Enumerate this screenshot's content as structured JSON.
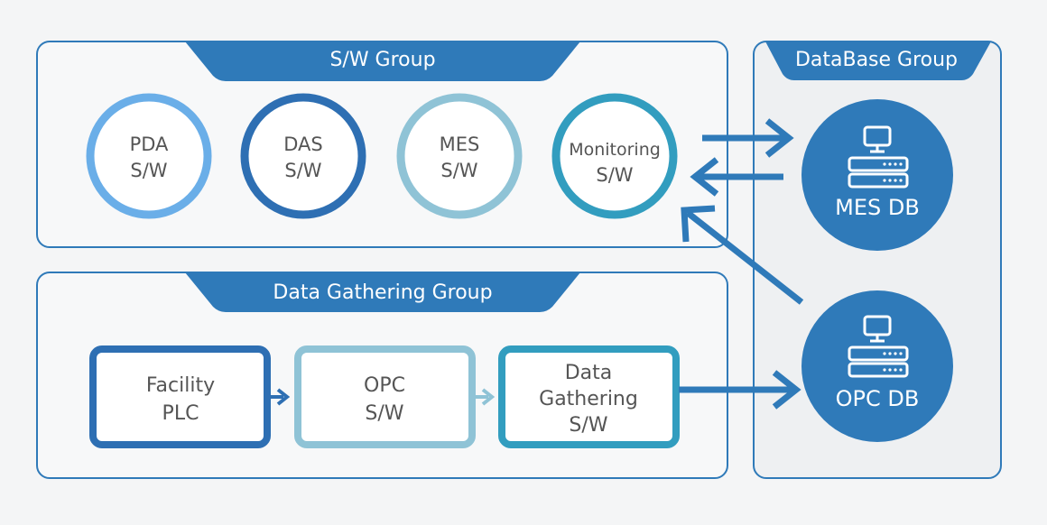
{
  "groups": {
    "sw": {
      "title": "S/W Group"
    },
    "gathering": {
      "title": "Data Gathering Group"
    },
    "database": {
      "title": "DataBase Group"
    }
  },
  "sw_nodes": [
    {
      "line1": "PDA",
      "line2": "S/W",
      "ring_color": "#6aaee8"
    },
    {
      "line1": "DAS",
      "line2": "S/W",
      "ring_color": "#2e6fb3"
    },
    {
      "line1": "MES",
      "line2": "S/W",
      "ring_color": "#8fc3d6"
    },
    {
      "line1": "Monitoring",
      "line2": "S/W",
      "ring_color": "#329dbf"
    }
  ],
  "gathering_nodes": [
    {
      "lines": [
        "Facility",
        "PLC"
      ],
      "border_color": "#2e6fb3"
    },
    {
      "lines": [
        "OPC",
        "S/W"
      ],
      "border_color": "#8fc3d6"
    },
    {
      "lines": [
        "Data",
        "Gathering",
        "S/W"
      ],
      "border_color": "#329dbf"
    }
  ],
  "databases": [
    {
      "label": "MES DB",
      "icon": "server-icon"
    },
    {
      "label": "OPC DB",
      "icon": "server-icon"
    }
  ],
  "colors": {
    "primary": "#2f7ab9",
    "panel_border": "#2f7ab9",
    "panel_fill": "#f7f8f9",
    "db_panel_fill": "#eef0f2",
    "text": "#555555",
    "tab_text": "#ffffff"
  }
}
